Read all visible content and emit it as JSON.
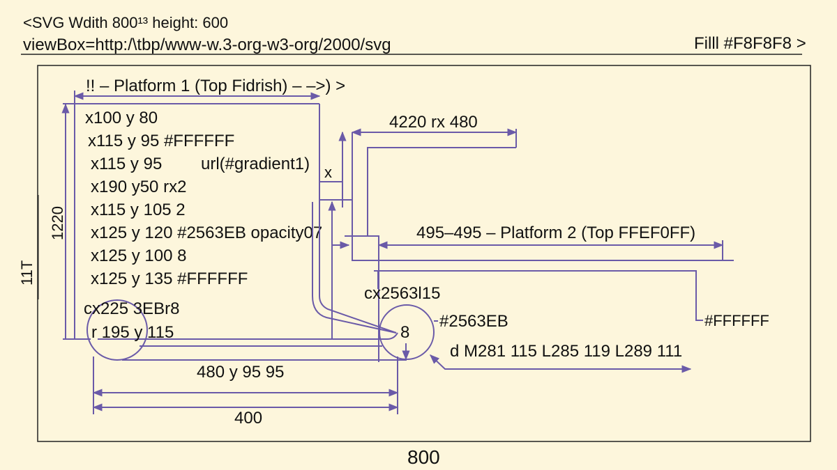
{
  "header": {
    "line1": "<SVG Wdith 800¹³ height: 600",
    "line2": "viewBox=http:/\\tbp/www-w.3-org-w3-org/2000/svg",
    "fill_label": "Filll #F8F8F8 >"
  },
  "platform1": {
    "title": "!! – Platform 1 (Top Fidrish) – –>) >",
    "lines": [
      "x100 y 80",
      "x115 y 95 #FFFFFF",
      "x115 y 95",
      "x190 y50 rx2",
      "x115 y 105 2",
      "x125 y 120 #2563EB opacity07",
      "x125 y 100 8",
      "x125 y 135 #FFFFFF"
    ],
    "gradient_label": "url(#gradient1)",
    "x_label": "x"
  },
  "dimensions": {
    "left_vertical_inner": "1220",
    "left_vertical_outer": "11T",
    "top_right": "4220 rx 480",
    "bottom_inner": "480 y 95 95",
    "bottom_outer": "400",
    "canvas_width": "800"
  },
  "platform2": {
    "title": "495–495 – Platform 2 (Top FFEF0FF)",
    "fill_label": "#FFFFFF"
  },
  "circle_left": {
    "line1": "cx225 3EBr8",
    "line2": "r 195 y 115"
  },
  "circle_right": {
    "top_label": "cx2563l15",
    "center_label": "8",
    "color_label": "#2563EB",
    "path_label": "d M281  115 L285 119 L289 111"
  },
  "colors": {
    "background": "#FDF6DC",
    "line": "#6A5AA8",
    "text": "#111111"
  }
}
